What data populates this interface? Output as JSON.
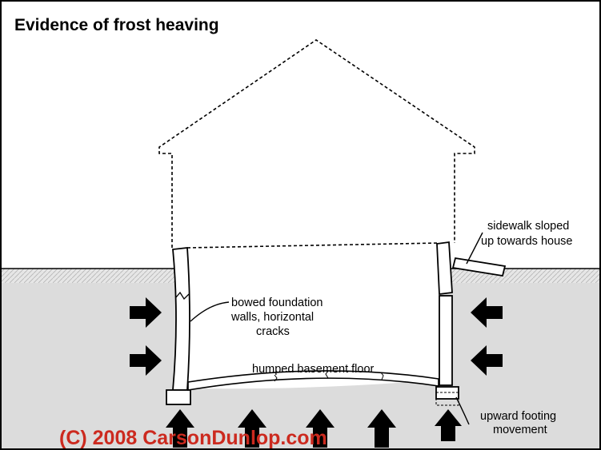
{
  "title": "Evidence of frost heaving",
  "labels": {
    "sidewalk_line1": "sidewalk sloped",
    "sidewalk_line2": "up towards house",
    "bowed_line1": "bowed foundation",
    "bowed_line2": "walls, horizontal",
    "bowed_line3": "cracks",
    "floor": "humped basement floor",
    "footing_line1": "upward footing",
    "footing_line2": "movement"
  },
  "copyright": "(C) 2008 CarsonDunlop.com",
  "colors": {
    "soil": "#dcdcdc",
    "line": "#000000",
    "copyright": "#cc2a1f"
  }
}
